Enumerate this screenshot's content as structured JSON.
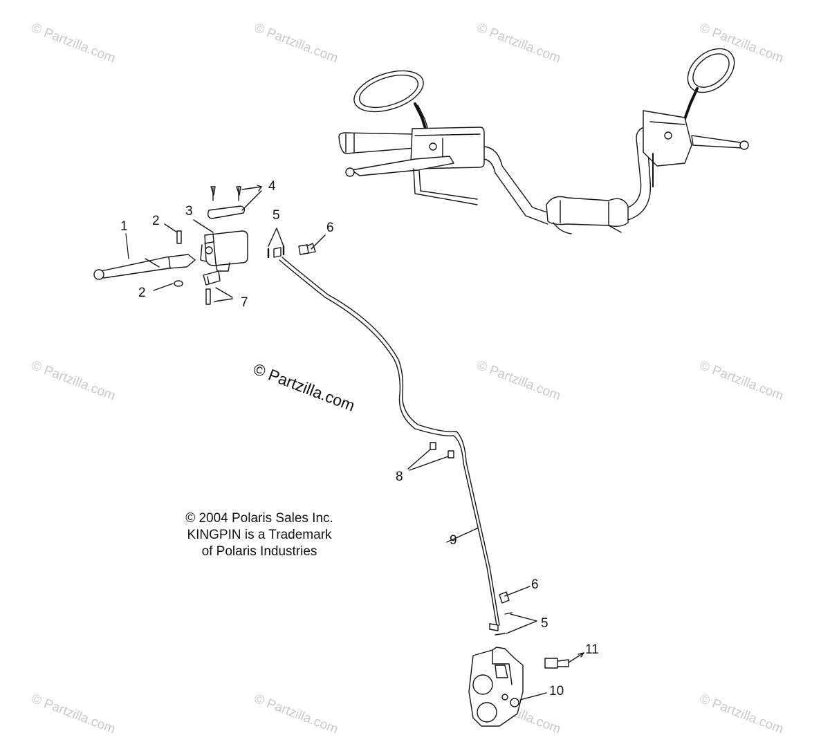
{
  "watermark_text": "© Partzilla.com",
  "center_watermark": "© Partzilla.com",
  "copyright": {
    "line1": "© 2004 Polaris Sales Inc.",
    "line2": "KINGPIN is a Trademark",
    "line3": "of Polaris Industries"
  },
  "callouts": [
    "1",
    "2",
    "2",
    "3",
    "4",
    "5",
    "6",
    "7",
    "8",
    "9",
    "6",
    "5",
    "11",
    "10"
  ],
  "colors": {
    "ink": "#111111",
    "watermark": "#c9c9c9",
    "background": "#ffffff"
  }
}
